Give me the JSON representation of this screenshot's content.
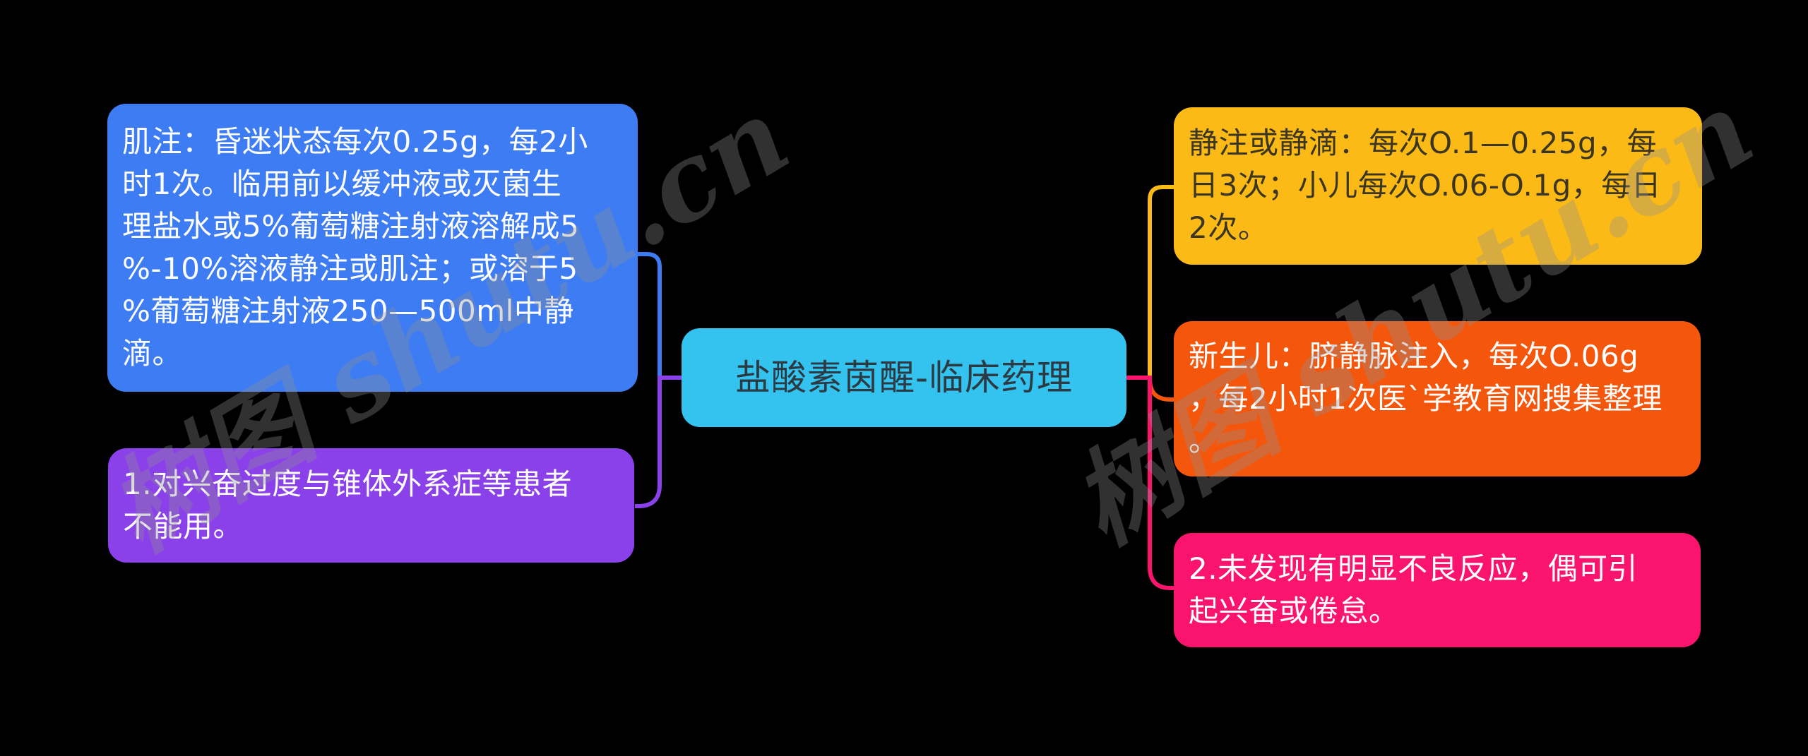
{
  "app": {
    "background": "#000000",
    "type_hint": "mind-map of drug clinical pharmacology"
  },
  "colors": {
    "background": "#000000",
    "root_node_bg": "#33C3EE",
    "root_node_text": "#2C3A43",
    "blue_node": "#3D7CF2",
    "purple_node": "#8B41EA",
    "yellow_node": "#FBBA16",
    "orange_node": "#F4560C",
    "pink_node": "#FA146E",
    "light_text": "#FFFFFF",
    "yellow_node_text": "#3B3524"
  },
  "mindmap": {
    "root": {
      "label": "盐酸素茵醒-临床药理"
    },
    "nodes": {
      "intramuscular": {
        "label": "肌注：昏迷状态每次0.25g，每2小\n时1次。临用前以缓冲液或灭菌生\n理盐水或5%葡萄糖注射液溶解成5\n%-10%溶液静注或肌注；或溶于5\n%葡萄糖注射液250—500ml中静\n滴。"
      },
      "contraindication": {
        "label": "1.对兴奋过度与锥体外系症等患者\n不能用。"
      },
      "intravenous": {
        "label": "静注或静滴：每次O.1—0.25g，每\n日3次；小儿每次O.06-O.1g，每日\n2次。"
      },
      "newborn": {
        "label": "新生儿：脐静脉注入，每次O.06g\n，每2小时1次医`学教育网搜集整理\n。"
      },
      "adverse_reaction": {
        "label": "2.未发现有明显不良反应，偶可引\n起兴奋或倦怠。"
      }
    }
  },
  "watermarks": [
    {
      "text": "树图 shutu.cn"
    },
    {
      "text": "树图 shutu.cn"
    }
  ]
}
